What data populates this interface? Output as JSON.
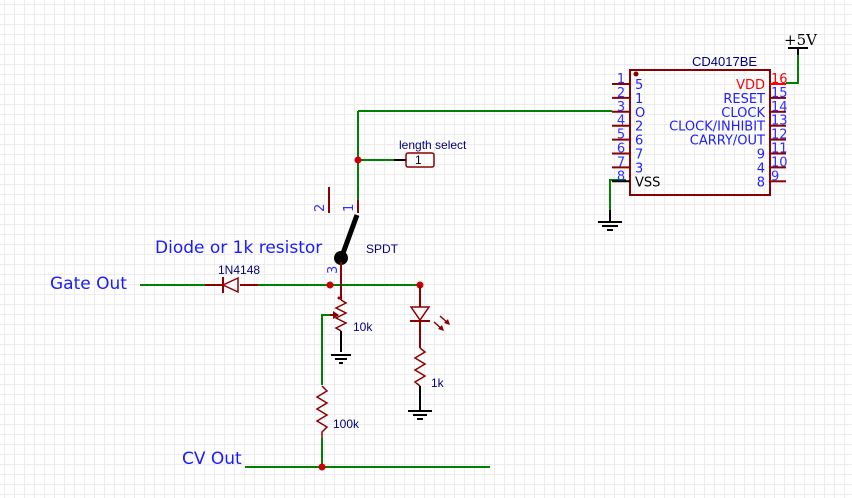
{
  "labels": {
    "gate_out": "Gate Out",
    "cv_out": "CV Out",
    "diode_note": "Diode or 1k resistor",
    "length_select": "length select"
  },
  "components": {
    "diode": {
      "part": "1N4148"
    },
    "switch": {
      "part": "SPDT",
      "pins": [
        "1",
        "2",
        "3"
      ]
    },
    "pot": {
      "value": "10k"
    },
    "r_led": {
      "value": "1k"
    },
    "r_cv": {
      "value": "100k"
    },
    "connector": {
      "pin": "1"
    },
    "power": {
      "label": "+5V"
    },
    "ic": {
      "name": "CD4017BE",
      "left_pins": [
        {
          "num": "1",
          "name": "5"
        },
        {
          "num": "2",
          "name": "1"
        },
        {
          "num": "3",
          "name": "O"
        },
        {
          "num": "4",
          "name": "2"
        },
        {
          "num": "5",
          "name": "6"
        },
        {
          "num": "6",
          "name": "7"
        },
        {
          "num": "7",
          "name": "3"
        },
        {
          "num": "8",
          "name": "VSS"
        }
      ],
      "right_pins": [
        {
          "num": "16",
          "name": "VDD"
        },
        {
          "num": "15",
          "name": "RESET"
        },
        {
          "num": "14",
          "name": "CLOCK"
        },
        {
          "num": "13",
          "name": "CLOCK/INHIBIT"
        },
        {
          "num": "12",
          "name": "CARRY/OUT"
        },
        {
          "num": "11",
          "name": "9"
        },
        {
          "num": "10",
          "name": "4"
        },
        {
          "num": "9",
          "name": "8"
        }
      ]
    }
  },
  "colors": {
    "wire": "#008000",
    "component": "#8b0000",
    "junction": "#cc0000",
    "label": "#1a1aff",
    "power_pin": "#ff0000"
  }
}
